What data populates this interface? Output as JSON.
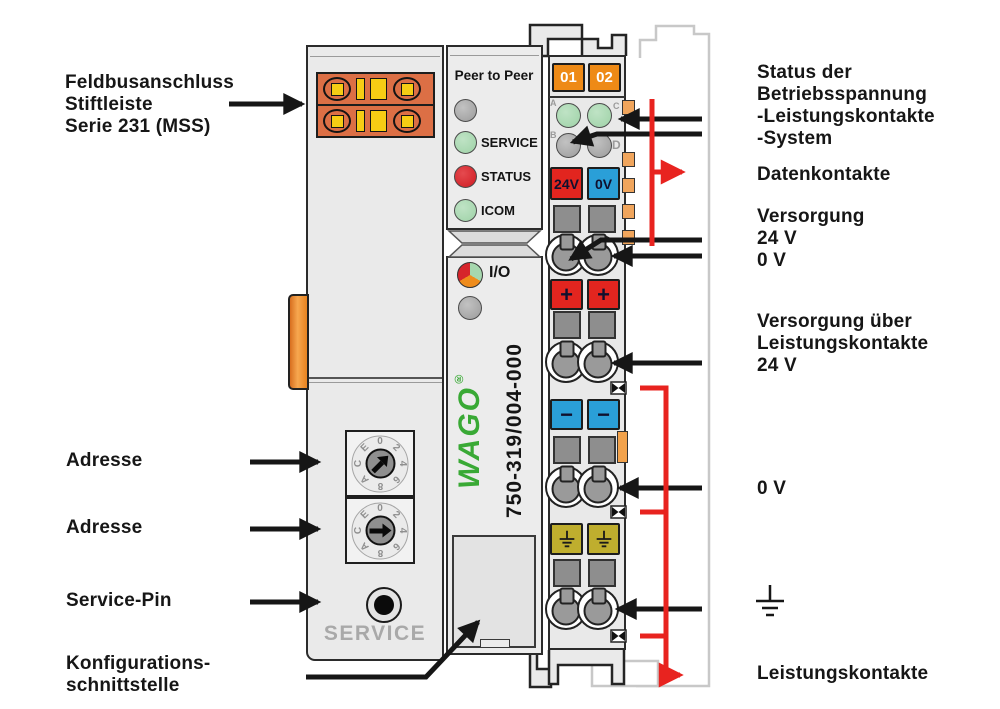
{
  "title": "WAGO Feldbuscontroller Anschlussdiagramm",
  "colors": {
    "module_body": "#eaeaea",
    "outline": "#2b2b2b",
    "annotation_red": "#e8231f",
    "annotation_black": "#161616",
    "connector_orange": "#dc6f45",
    "connector_yellow": "#f6cd14",
    "channel_orange": "#ee8a16",
    "terminal_red": "#e2251f",
    "terminal_blue": "#2a9fd8",
    "terminal_yellow": "#bfae2e",
    "led_green": "#9ed2a7",
    "led_red": "#cf1b22",
    "led_gray": "#9b9b9b",
    "wago_green": "#39a935",
    "ghost_outline": "#c8c8c8"
  },
  "icons": {
    "earth_ground": "earth-ground glyph (vertical stroke over three shrinking bars)",
    "bowtie_contact": "power-jumper contact (two facing triangles in a box)",
    "io_indicator": "tri-colour pie circle red/green/orange",
    "rotary_arrow": "black arrow knob pointer"
  },
  "annotations": {
    "fieldbus": "Feldbusanschluss\nStiftleiste\nSerie 231 (MSS)",
    "address1": "Adresse",
    "address2": "Adresse",
    "service_pin": "Service-Pin",
    "config_interface": "Konfigurations-\nschnittstelle",
    "status": "Status der\nBetriebsspannung\n-Leistungskontakte\n-System",
    "data_contacts": "Datenkontakte",
    "supply": "Versorgung\n24 V\n0 V",
    "supply_power_contacts": "Versorgung über\nLeistungskontakte\n24 V",
    "zero_volt": "0 V",
    "power_contacts": "Leistungskontakte"
  },
  "controller": {
    "peer_panel_title": "Peer to Peer",
    "leds": [
      {
        "name": "peer-to-peer",
        "label": "",
        "color": "#9b9b9b"
      },
      {
        "name": "service",
        "label": "SERVICE",
        "color": "#9ed2a7"
      },
      {
        "name": "status",
        "label": "STATUS",
        "color": "#cf1b22"
      },
      {
        "name": "icom",
        "label": "ICOM",
        "color": "#9ed2a7"
      }
    ],
    "io_indicator_label": "I/O",
    "brand": "WAGO",
    "brand_reg": "®",
    "model": "750-319/004-000",
    "service_text": "SERVICE",
    "rotary_digits": [
      "0",
      "2",
      "4",
      "6",
      "8",
      "A",
      "C",
      "E"
    ]
  },
  "io_module": {
    "channels": [
      "01",
      "02"
    ],
    "led_letters": [
      "A",
      "B",
      "C",
      "D"
    ],
    "terminals": {
      "supply": [
        "24V",
        "0V"
      ],
      "plus": [
        "+",
        "+"
      ],
      "minus": [
        "−",
        "−"
      ]
    }
  }
}
